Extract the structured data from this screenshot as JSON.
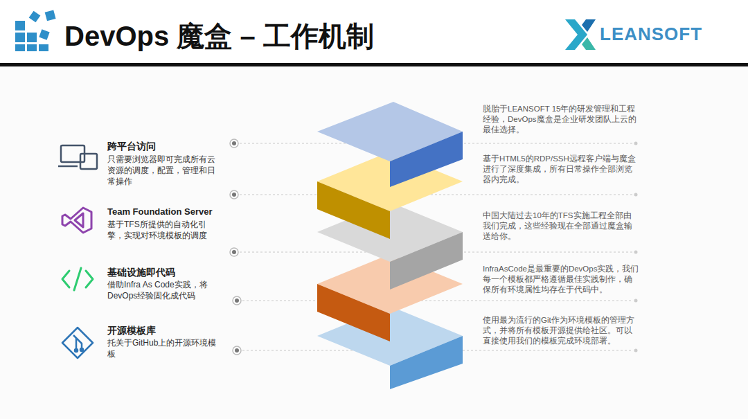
{
  "diagram": {
    "title": "DevOps 魔盒 – 工作机制",
    "labels": [
      "LEANSOFT",
      "跨平台访问",
      "只需要浏览器即可完成所有云资源的调度，配置，管理和日常操作",
      "Team Foundation Server",
      "基于TFS所提供的自动化引擎，实现对环境模板的调度",
      "基础设施即代码",
      "借助Infra As Code实践，将DevOps经验固化成代码",
      "开源模板库",
      "托关于GitHub上的开源环境模板",
      "脱胎于LEANSOFT 15年的研发管理和工程经验，DevOps魔盒是企业研发团队上云的最佳选择。",
      "基于HTML5的RDP/SSH远程客户端与魔盒进行了深度集成，所有日常操作全部浏览器内完成。",
      "中国大陆过去10年的TFS实施工程全部由我们完成，这些经验现在全部通过魔盒输送给你。",
      "InfraAsCode是最重要的DevOps实践，我们每一个模板都严格遵循最佳实践制作，确保所有环境属性均存在于代码中。",
      "使用最为流行的Git作为环境模板的管理方式，并将所有模板开源提供给社区。可以直接使用我们的模板完成环境部署。"
    ]
  }
}
